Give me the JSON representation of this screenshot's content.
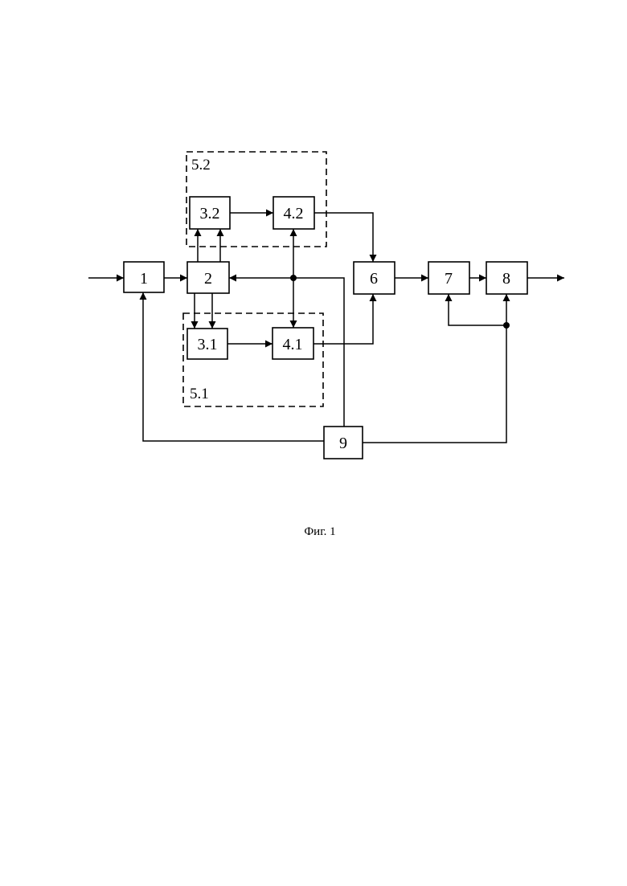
{
  "blocks": {
    "b1": "1",
    "b2": "2",
    "b31": "3.1",
    "b32": "3.2",
    "b41": "4.1",
    "b42": "4.2",
    "b6": "6",
    "b7": "7",
    "b8": "8",
    "b9": "9"
  },
  "groups": {
    "g51": "5.1",
    "g52": "5.2"
  },
  "caption": "Фиг. 1"
}
